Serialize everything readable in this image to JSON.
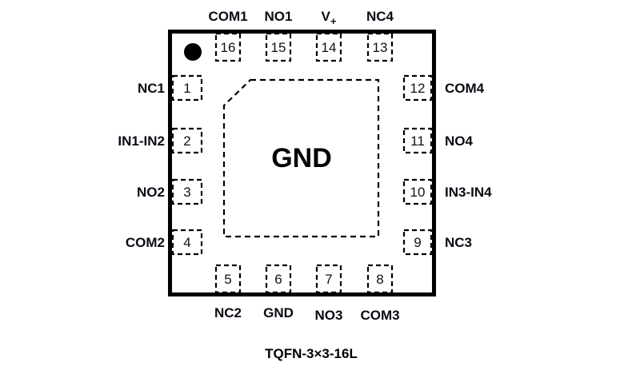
{
  "package": {
    "name": "TQFN-3×3-16L",
    "exposed_pad_label": "GND",
    "pin1_marker": "filled-circle"
  },
  "pins": {
    "top": [
      {
        "number": "16",
        "name": "COM1"
      },
      {
        "number": "15",
        "name": "NO1"
      },
      {
        "number": "14",
        "name": "V",
        "subscript": "+"
      },
      {
        "number": "13",
        "name": "NC4"
      }
    ],
    "left": [
      {
        "number": "1",
        "name": "NC1"
      },
      {
        "number": "2",
        "name": "IN1-IN2"
      },
      {
        "number": "3",
        "name": "NO2"
      },
      {
        "number": "4",
        "name": "COM2"
      }
    ],
    "right": [
      {
        "number": "12",
        "name": "COM4"
      },
      {
        "number": "11",
        "name": "NO4"
      },
      {
        "number": "10",
        "name": "IN3-IN4"
      },
      {
        "number": "9",
        "name": "NC3"
      }
    ],
    "bottom": [
      {
        "number": "5",
        "name": "NC2"
      },
      {
        "number": "6",
        "name": "GND"
      },
      {
        "number": "7",
        "name": "NO3"
      },
      {
        "number": "8",
        "name": "COM3"
      }
    ]
  }
}
